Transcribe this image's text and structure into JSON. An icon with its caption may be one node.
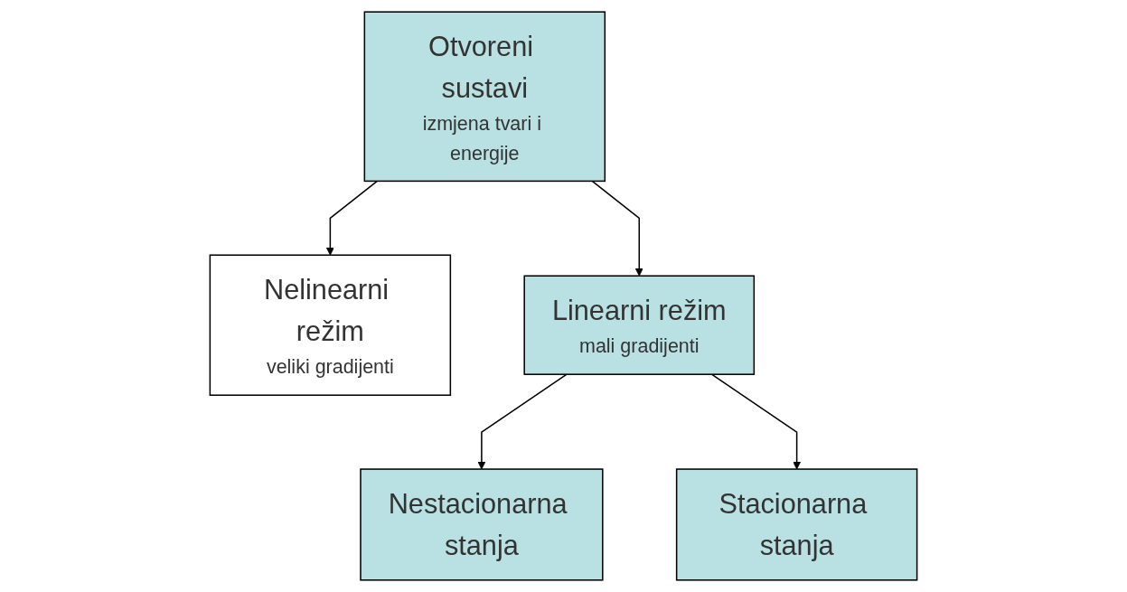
{
  "diagram": {
    "nodes": [
      {
        "text": [
          "Otvoreni sustavi",
          "izmjena tvari i energije"
        ]
      },
      {
        "text": [
          "Nelinearni režim",
          "veliki gradijenti"
        ]
      },
      {
        "text": [
          "Linearni režim",
          "mali gradijenti"
        ]
      },
      {
        "text": [
          "Nestacionarna stanja"
        ]
      },
      {
        "text": [
          "Stacionarna stanja"
        ]
      }
    ],
    "edges": [
      {
        "from": 0,
        "to": 1,
        "arrow": "to"
      },
      {
        "from": 0,
        "to": 2,
        "arrow": "to"
      },
      {
        "from": 2,
        "to": 3,
        "arrow": "to"
      },
      {
        "from": 2,
        "to": 4,
        "arrow": "to"
      }
    ]
  }
}
